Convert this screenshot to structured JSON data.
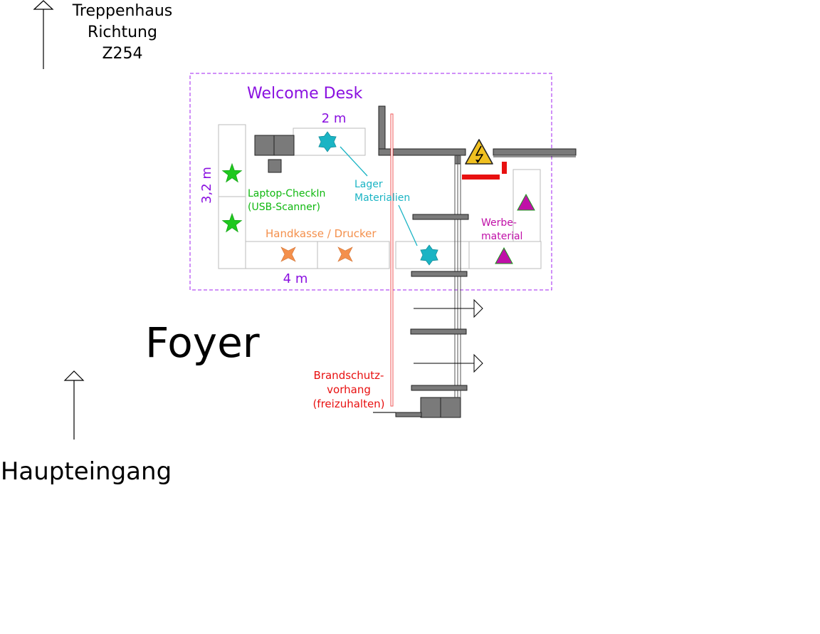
{
  "labels": {
    "stair_l1": "Treppenhaus",
    "stair_l2": "Richtung",
    "stair_l3": "Z254",
    "welcome_desk": "Welcome Desk",
    "dim_2m": "2 m",
    "dim_32m": "3,2 m",
    "dim_4m": "4 m",
    "laptop_l1": "Laptop-CheckIn",
    "laptop_l2": "(USB-Scanner)",
    "lager_l1": "Lager",
    "lager_l2": "Materialien",
    "werbe_l1": "Werbe-",
    "werbe_l2": "material",
    "handkasse": "Handkasse / Drucker",
    "foyer": "Foyer",
    "brand_l1": "Brandschutz-",
    "brand_l2": "vorhang",
    "brand_l3": "(freizuhalten)",
    "haupteingang": "Haupteingang"
  },
  "icons": {
    "laptop_checkin": "green-star-icon",
    "lager": "cyan-six-point-star-icon",
    "werbe": "magenta-triangle-icon",
    "handkasse": "orange-four-point-star-icon",
    "warning": "high-voltage-warning-icon",
    "arrow": "arrow-icon"
  },
  "colors": {
    "purple": "#8a10e0",
    "green": "#1ec81e",
    "cyan": "#1ab4c4",
    "magenta": "#c010a8",
    "orange": "#f4904c",
    "red": "#e81010",
    "wall_gray": "#7a7a7a",
    "warning_yellow": "#f0c020"
  }
}
